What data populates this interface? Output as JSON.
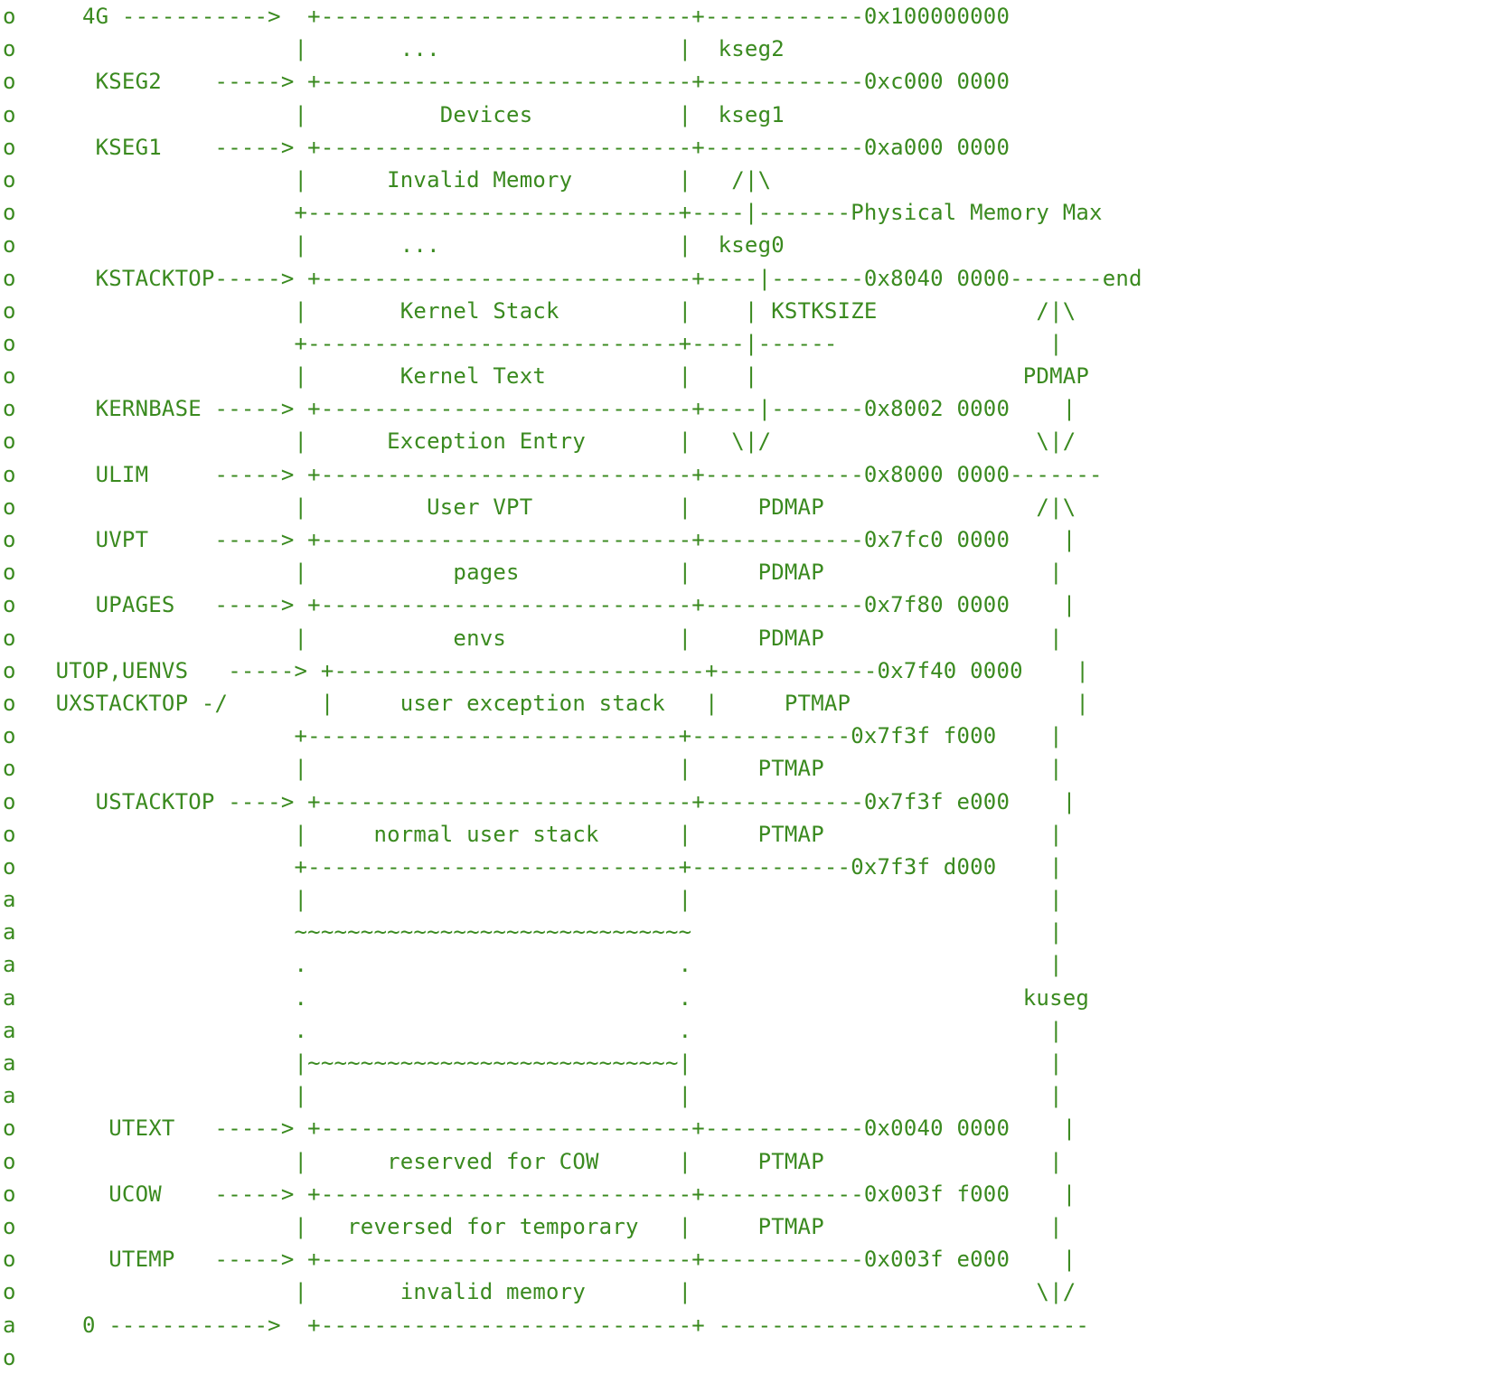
{
  "text_color": "#3a8a1f",
  "lines": [
    "o     4G ----------->  +----------------------------+------------0x100000000",
    "o                     |       ...                  |  kseg2",
    "o      KSEG2    -----> +----------------------------+------------0xc000 0000",
    "o                     |          Devices           |  kseg1",
    "o      KSEG1    -----> +----------------------------+------------0xa000 0000",
    "o                     |      Invalid Memory        |   /|\\",
    "o                     +----------------------------+----|-------Physical Memory Max",
    "o                     |       ...                  |  kseg0",
    "o      KSTACKTOP-----> +----------------------------+----|-------0x8040 0000-------end",
    "o                     |       Kernel Stack         |    | KSTKSIZE            /|\\",
    "o                     +----------------------------+----|------                |",
    "o                     |       Kernel Text          |    |                    PDMAP",
    "o      KERNBASE -----> +----------------------------+----|-------0x8002 0000    |",
    "o                     |      Exception Entry       |   \\|/                    \\|/",
    "o      ULIM     -----> +----------------------------+------------0x8000 0000-------",
    "o                     |         User VPT           |     PDMAP                /|\\",
    "o      UVPT     -----> +----------------------------+------------0x7fc0 0000    |",
    "o                     |           pages            |     PDMAP                 |",
    "o      UPAGES   -----> +----------------------------+------------0x7f80 0000    |",
    "o                     |           envs             |     PDMAP                 |",
    "o   UTOP,UENVS   -----> +----------------------------+------------0x7f40 0000    |",
    "o   UXSTACKTOP -/       |     user exception stack   |     PTMAP                 |",
    "o                     +----------------------------+------------0x7f3f f000    |",
    "o                     |                            |     PTMAP                 |",
    "o      USTACKTOP ----> +----------------------------+------------0x7f3f e000    |",
    "o                     |     normal user stack      |     PTMAP                 |",
    "o                     +----------------------------+------------0x7f3f d000    |",
    "a                     |                            |                           |",
    "a                     ~~~~~~~~~~~~~~~~~~~~~~~~~~~~~~                           |",
    "a                     .                            .                           |",
    "a                     .                            .                         kuseg",
    "a                     .                            .                           |",
    "a                     |~~~~~~~~~~~~~~~~~~~~~~~~~~~~|                           |",
    "a                     |                            |                           |",
    "o       UTEXT   -----> +----------------------------+------------0x0040 0000    |",
    "o                     |      reserved for COW      |     PTMAP                 |",
    "o       UCOW    -----> +----------------------------+------------0x003f f000    |",
    "o                     |   reversed for temporary   |     PTMAP                 |",
    "o       UTEMP   -----> +----------------------------+------------0x003f e000    |",
    "o                     |       invalid memory       |                          \\|/",
    "a     0 ------------>  +----------------------------+ ----------------------------",
    "o"
  ]
}
